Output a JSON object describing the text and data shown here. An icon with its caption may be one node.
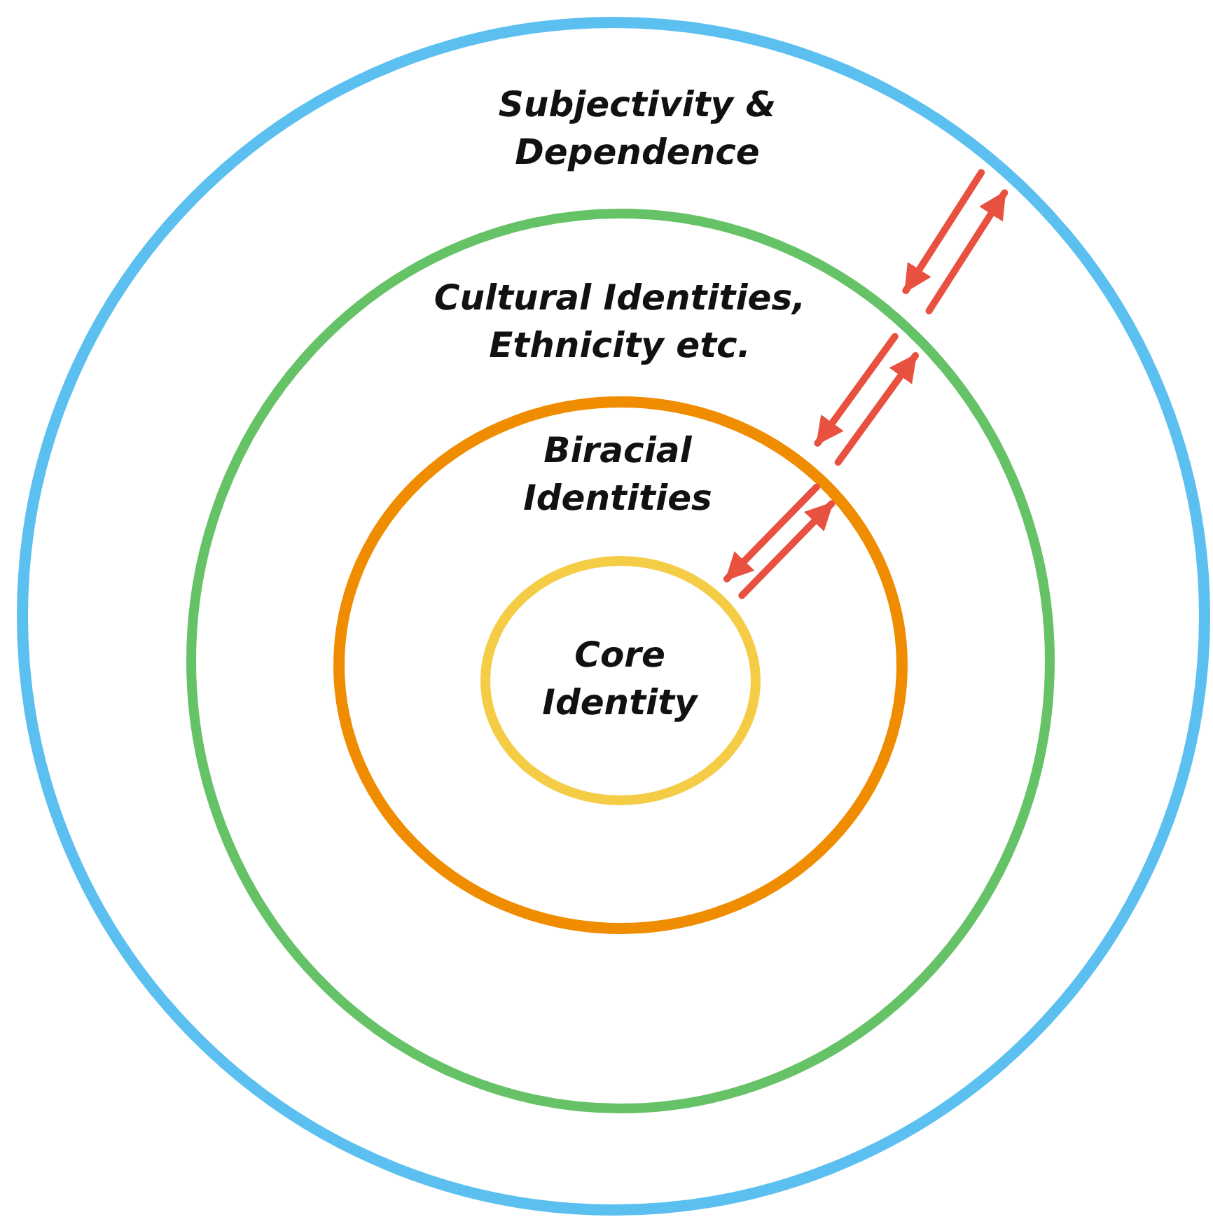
{
  "diagram": {
    "nodes": [
      {
        "text": [
          "Subjectivity & Dependence"
        ]
      },
      {
        "text": [
          "Cultural Identities, Ethnicity etc."
        ],
        "in": 0
      },
      {
        "text": [
          "Biracial Identities"
        ],
        "in": 1
      },
      {
        "text": [
          "Core Identity"
        ],
        "in": 2
      }
    ],
    "edges": [
      {
        "from": 0,
        "to": 1,
        "arrow": "to"
      },
      {
        "from": 1,
        "to": 0,
        "arrow": "to"
      },
      {
        "from": 1,
        "to": 2,
        "arrow": "to"
      },
      {
        "from": 2,
        "to": 1,
        "arrow": "to"
      },
      {
        "from": 2,
        "to": 3,
        "arrow": "to"
      },
      {
        "from": 3,
        "to": 2,
        "arrow": "to"
      }
    ]
  }
}
